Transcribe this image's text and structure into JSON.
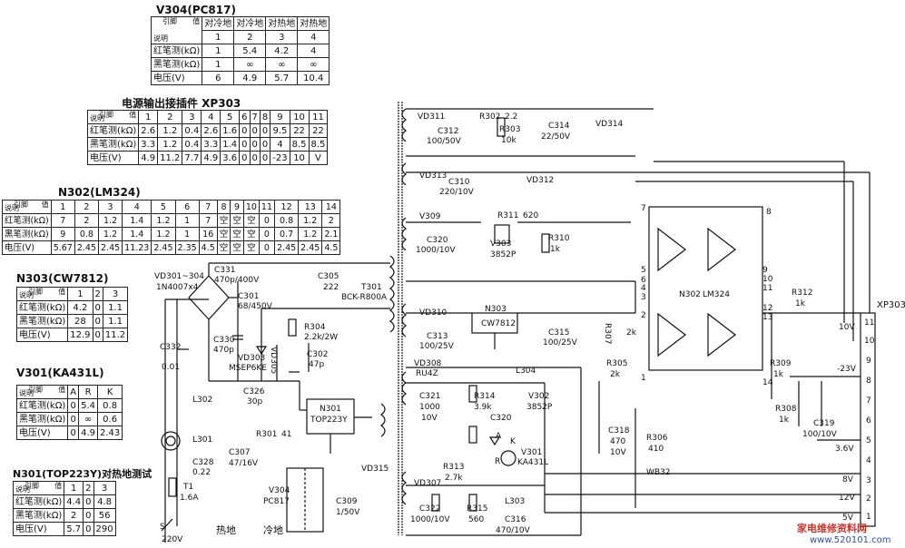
{
  "tables": {
    "v304": {
      "title": "V304(PC817)",
      "hdr_a": "值",
      "hdr_b": "说明",
      "hdr_c": "引脚",
      "top": [
        "对冷地",
        "对冷地",
        "对热地",
        "对热地"
      ],
      "pins": [
        "1",
        "2",
        "3",
        "4"
      ],
      "rows": [
        {
          "label": "红笔测(kΩ)",
          "cells": [
            "1",
            "5.4",
            "4.2",
            "4"
          ]
        },
        {
          "label": "黑笔测(kΩ)",
          "cells": [
            "1",
            "∞",
            "∞",
            "∞"
          ]
        },
        {
          "label": "电压(V)",
          "cells": [
            "6",
            "4.9",
            "5.7",
            "10.4"
          ]
        }
      ]
    },
    "xp303": {
      "title": "电源输出接插件 XP303",
      "hdr_a": "值",
      "hdr_b": "说明",
      "hdr_c": "引脚",
      "pins": [
        "1",
        "2",
        "3",
        "4",
        "5",
        "6",
        "7",
        "8",
        "9",
        "10",
        "11"
      ],
      "rows": [
        {
          "label": "红笔测(kΩ)",
          "cells": [
            "2.6",
            "1.2",
            "0.4",
            "2.6",
            "1.6",
            "0",
            "0",
            "0",
            "9.5",
            "22",
            "22"
          ]
        },
        {
          "label": "黑笔测(kΩ)",
          "cells": [
            "3.3",
            "1.2",
            "0.4",
            "3.3",
            "1.4",
            "0",
            "0",
            "0",
            "4",
            "8.5",
            "8.5"
          ]
        },
        {
          "label": "电压(V)",
          "cells": [
            "4.9",
            "11.2",
            "7.7",
            "4.9",
            "3.6",
            "0",
            "0",
            "0",
            "-23",
            "10",
            "V"
          ]
        }
      ]
    },
    "n302": {
      "title": "N302(LM324)",
      "hdr_a": "值",
      "hdr_b": "说明",
      "hdr_c": "引脚",
      "pins": [
        "1",
        "2",
        "3",
        "4",
        "5",
        "6",
        "7",
        "8",
        "9",
        "10",
        "11",
        "12",
        "13",
        "14"
      ],
      "rows": [
        {
          "label": "红笔测(kΩ)",
          "cells": [
            "7",
            "2",
            "1.2",
            "1.4",
            "1.2",
            "1",
            "7",
            "空",
            "空",
            "空",
            "0",
            "0.8",
            "1.2",
            "2"
          ]
        },
        {
          "label": "黑笔测(kΩ)",
          "cells": [
            "9",
            "0.8",
            "1.2",
            "1.4",
            "1.2",
            "1",
            "16",
            "空",
            "空",
            "空",
            "0",
            "0.7",
            "1.2",
            "2.1"
          ]
        },
        {
          "label": "电压(V)",
          "cells": [
            "5.67",
            "2.45",
            "2.45",
            "11.23",
            "2.45",
            "2.35",
            "4.5",
            "空",
            "空",
            "空",
            "0",
            "2.45",
            "2.45",
            "4.5"
          ]
        }
      ]
    },
    "n303": {
      "title": "N303(CW7812)",
      "hdr_a": "值",
      "hdr_b": "说明",
      "hdr_c": "引脚",
      "pins": [
        "1",
        "2",
        "3"
      ],
      "rows": [
        {
          "label": "红笔测(kΩ)",
          "cells": [
            "4.2",
            "0",
            "1.1"
          ]
        },
        {
          "label": "黑笔测(kΩ)",
          "cells": [
            "28",
            "0",
            "1.1"
          ]
        },
        {
          "label": "电压(V)",
          "cells": [
            "12.9",
            "0",
            "11.2"
          ]
        }
      ]
    },
    "v301": {
      "title": "V301(KA431L)",
      "hdr_a": "值",
      "hdr_b": "说明",
      "hdr_c": "引脚",
      "pins": [
        "A",
        "R",
        "K"
      ],
      "rows": [
        {
          "label": "红笔测(kΩ)",
          "cells": [
            "0",
            "5.4",
            "0.8"
          ]
        },
        {
          "label": "黑笔测(kΩ)",
          "cells": [
            "0",
            "∞",
            "0.6"
          ]
        },
        {
          "label": "电压(V)",
          "cells": [
            "0",
            "4.9",
            "2.43"
          ]
        }
      ]
    },
    "n301": {
      "title": "N301(TOP223Y)对热地测试",
      "hdr_a": "值",
      "hdr_b": "说明",
      "hdr_c": "引脚",
      "pins": [
        "1",
        "2",
        "3"
      ],
      "rows": [
        {
          "label": "红笔测(kΩ)",
          "cells": [
            "4.4",
            "0",
            "4.8"
          ]
        },
        {
          "label": "黑笔测(kΩ)",
          "cells": [
            "2",
            "0",
            "56"
          ]
        },
        {
          "label": "电压(V)",
          "cells": [
            "5.7",
            "0",
            "290"
          ]
        }
      ]
    }
  },
  "labels": {
    "vd301_304": "VD301~304",
    "in4007": "1N4007x4",
    "c331": "C331",
    "c331v": "470p/400V",
    "c301": "C301",
    "c301v": "68/450V",
    "c305": "C305",
    "c305v": "222",
    "t301": "T301",
    "t301p": "BCK-R800A",
    "c332": "C332",
    "c332v": "0.01",
    "c330": "C330",
    "c330v": "470p",
    "vd303": "VD303",
    "msep": "MSEP6KE",
    "vd305": "VD305",
    "r304": "R304",
    "r304v": "2.2k/2W",
    "c302": "C302",
    "c302v": "47p",
    "c326": "C326",
    "c326v": "30p",
    "l302": "L302",
    "l301": "L301",
    "r301": "R301",
    "r301v": "41",
    "c307": "C307",
    "c307v": "47/16V",
    "c328": "C328",
    "c328v": "0.22",
    "n301": "N301",
    "top": "TOP223Y",
    "vd315": "VD315",
    "v304": "V304",
    "pc817": "PC817",
    "t1": "T1",
    "t1v": "1.6A",
    "sw": "S",
    "ac": "220V",
    "hot": "热地",
    "cold": "冷地",
    "c309": "C309",
    "c309v": "1/50V",
    "vd311": "VD311",
    "r302": "R302",
    "r302v": "2.2",
    "c312": "C312",
    "c312v": "100/50V",
    "r303": "R303",
    "r303v": "10k",
    "c314": "C314",
    "c314v": "22/50V",
    "vd314": "VD314",
    "vd313": "VD313",
    "c310": "C310",
    "c310v": "220/10V",
    "vd312": "VD312",
    "v309": "V309",
    "r311": "R311",
    "r311v": "620",
    "c320": "C320",
    "c320v": "1000/10V",
    "v303": "V303",
    "v303p": "3852P",
    "r310": "R310",
    "r310v": "1k",
    "vd310": "VD310",
    "n303": "N303",
    "cw": "CW7812",
    "c313": "C313",
    "c313v": "100/25V",
    "c315": "C315",
    "c315v": "100/25V",
    "vd308": "VD308",
    "ru4z": "RU4Z",
    "l304": "L304",
    "c321": "C321",
    "c321v": "1000",
    "c321v2": "10V",
    "r314": "R314",
    "r314v": "3.9k",
    "v302": "V302",
    "v302p": "3852P",
    "c320b": "C320",
    "v301": "V301",
    "ka": "KA431L",
    "r313": "R313",
    "r313v": "2.7k",
    "vd307": "VD307",
    "c322": "C322",
    "c322v": "1000/10V",
    "r315": "R315",
    "r315v": "560",
    "l303": "L303",
    "c316": "C316",
    "c316v": "470/10V",
    "r307": "R307",
    "r307v": "2k",
    "r305": "R305",
    "r305v": "2k",
    "c318": "C318",
    "c318v": "470",
    "c318v2": "10V",
    "r306": "R306",
    "r306v": "410",
    "wb": "WB32",
    "n302": "N302",
    "lm": "LM324",
    "r312": "R312",
    "r312v": "1k",
    "r309": "R309",
    "r309v": "1k",
    "r308": "R308",
    "r308v": "1k",
    "c319": "C319",
    "c319v": "100/10V",
    "xp303": "XP303",
    "v10": "10V",
    "vm23": "-23V",
    "v36": "3.6V",
    "v8": "8V",
    "v12": "12V",
    "v5": "5V",
    "pa": "A",
    "pr": "R",
    "pk": "K",
    "wm1": "家电维修资料网",
    "wm2": "www.520101.com"
  }
}
